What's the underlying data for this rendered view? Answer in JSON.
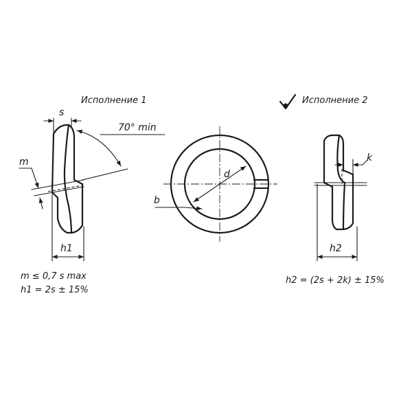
{
  "titles": {
    "variant1": "Исполнение 1",
    "variant2": "Исполнение 2"
  },
  "labels": {
    "s": "s",
    "m": "m",
    "angle": "70° min",
    "h1": "h1",
    "d": "d",
    "b": "b",
    "k": "k",
    "h2": "h2"
  },
  "formulas": {
    "line1": "m ≤ 0,7 s max",
    "line2": "h1 = 2s ± 15%",
    "line3": "h2 = (2s + 2k) ± 15%"
  },
  "colors": {
    "ink": "#1a1a1a",
    "background": "#ffffff"
  },
  "icons": {
    "roughness": "checkmark-roughness-icon"
  }
}
